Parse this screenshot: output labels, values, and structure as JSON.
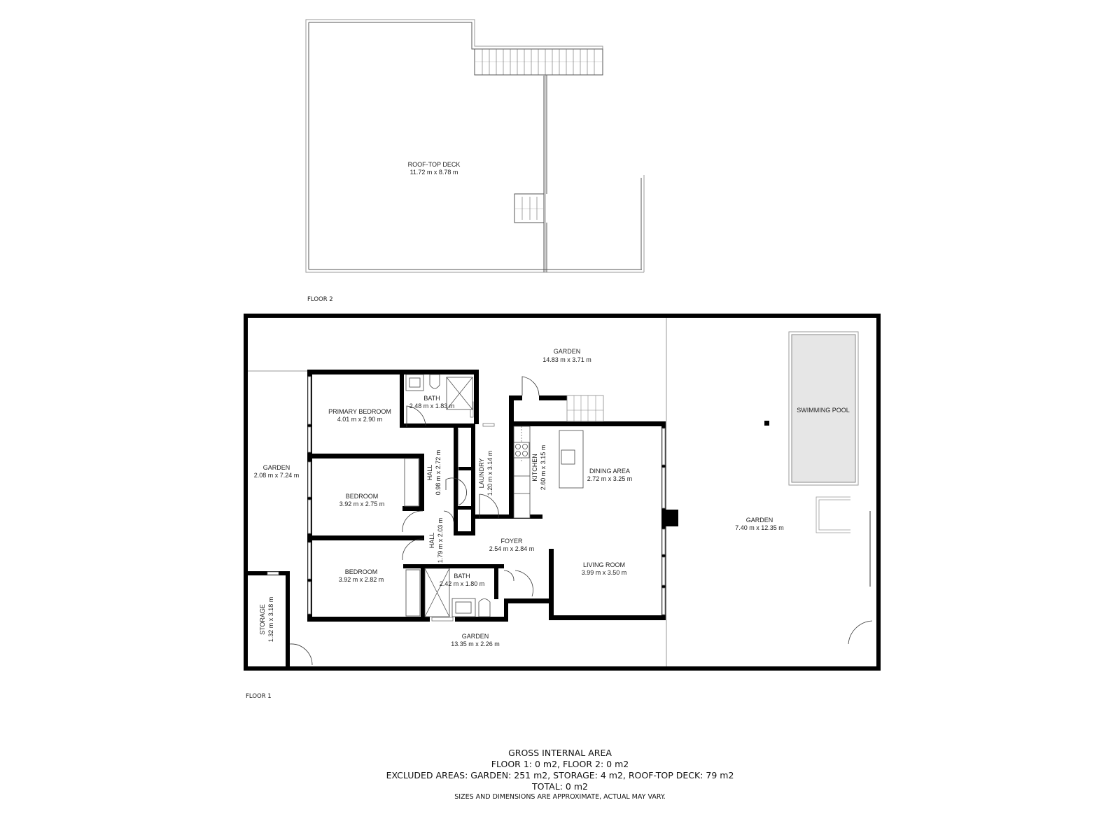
{
  "floors": [
    {
      "label": "FLOOR 2",
      "rooms": [
        {
          "name": "ROOF-TOP DECK",
          "dims": "11.72 m x 8.78 m"
        }
      ]
    },
    {
      "label": "FLOOR 1",
      "rooms": [
        {
          "name": "GARDEN",
          "dims": "14.83 m x 3.71 m"
        },
        {
          "name": "BATH",
          "dims": "2.48 m x 1.83 m"
        },
        {
          "name": "PRIMARY BEDROOM",
          "dims": "4.01 m x 2.90 m"
        },
        {
          "name": "GARDEN",
          "dims": "2.08 m x 7.24 m"
        },
        {
          "name": "HALL",
          "dims": "0.98 m x 2.72 m"
        },
        {
          "name": "LAUNDRY",
          "dims": "1.20 m x 3.14 m"
        },
        {
          "name": "KITCHEN",
          "dims": "2.60 m x 3.15 m"
        },
        {
          "name": "DINING AREA",
          "dims": "2.72 m x 3.25 m"
        },
        {
          "name": "BEDROOM",
          "dims": "3.92 m x 2.75 m"
        },
        {
          "name": "HALL",
          "dims": "1.79 m x 2.03 m"
        },
        {
          "name": "FOYER",
          "dims": "2.54 m x 2.84 m"
        },
        {
          "name": "BEDROOM",
          "dims": "3.92 m x 2.82 m"
        },
        {
          "name": "BATH",
          "dims": "2.42 m x 1.80 m"
        },
        {
          "name": "LIVING ROOM",
          "dims": "3.99 m x 3.50 m"
        },
        {
          "name": "STORAGE",
          "dims": "1.32 m x 3.18 m"
        },
        {
          "name": "GARDEN",
          "dims": "13.35 m x 2.26 m"
        },
        {
          "name": "SWIMMING POOL",
          "dims": ""
        },
        {
          "name": "GARDEN",
          "dims": "7.40 m x 12.35 m"
        }
      ]
    }
  ],
  "summary": {
    "title": "GROSS INTERNAL AREA",
    "floors_line": "FLOOR 1: 0 m2, FLOOR 2: 0 m2",
    "excluded_line": "EXCLUDED AREAS: GARDEN: 251 m2, STORAGE: 4 m2, ROOF-TOP DECK: 79 m2",
    "total_line": "TOTAL: 0 m2",
    "note": "SIZES AND DIMENSIONS ARE APPROXIMATE, ACTUAL MAY VARY."
  },
  "colors": {
    "wall": "#000000",
    "pool_fill": "#e6e6e6",
    "outline": "#999999"
  }
}
